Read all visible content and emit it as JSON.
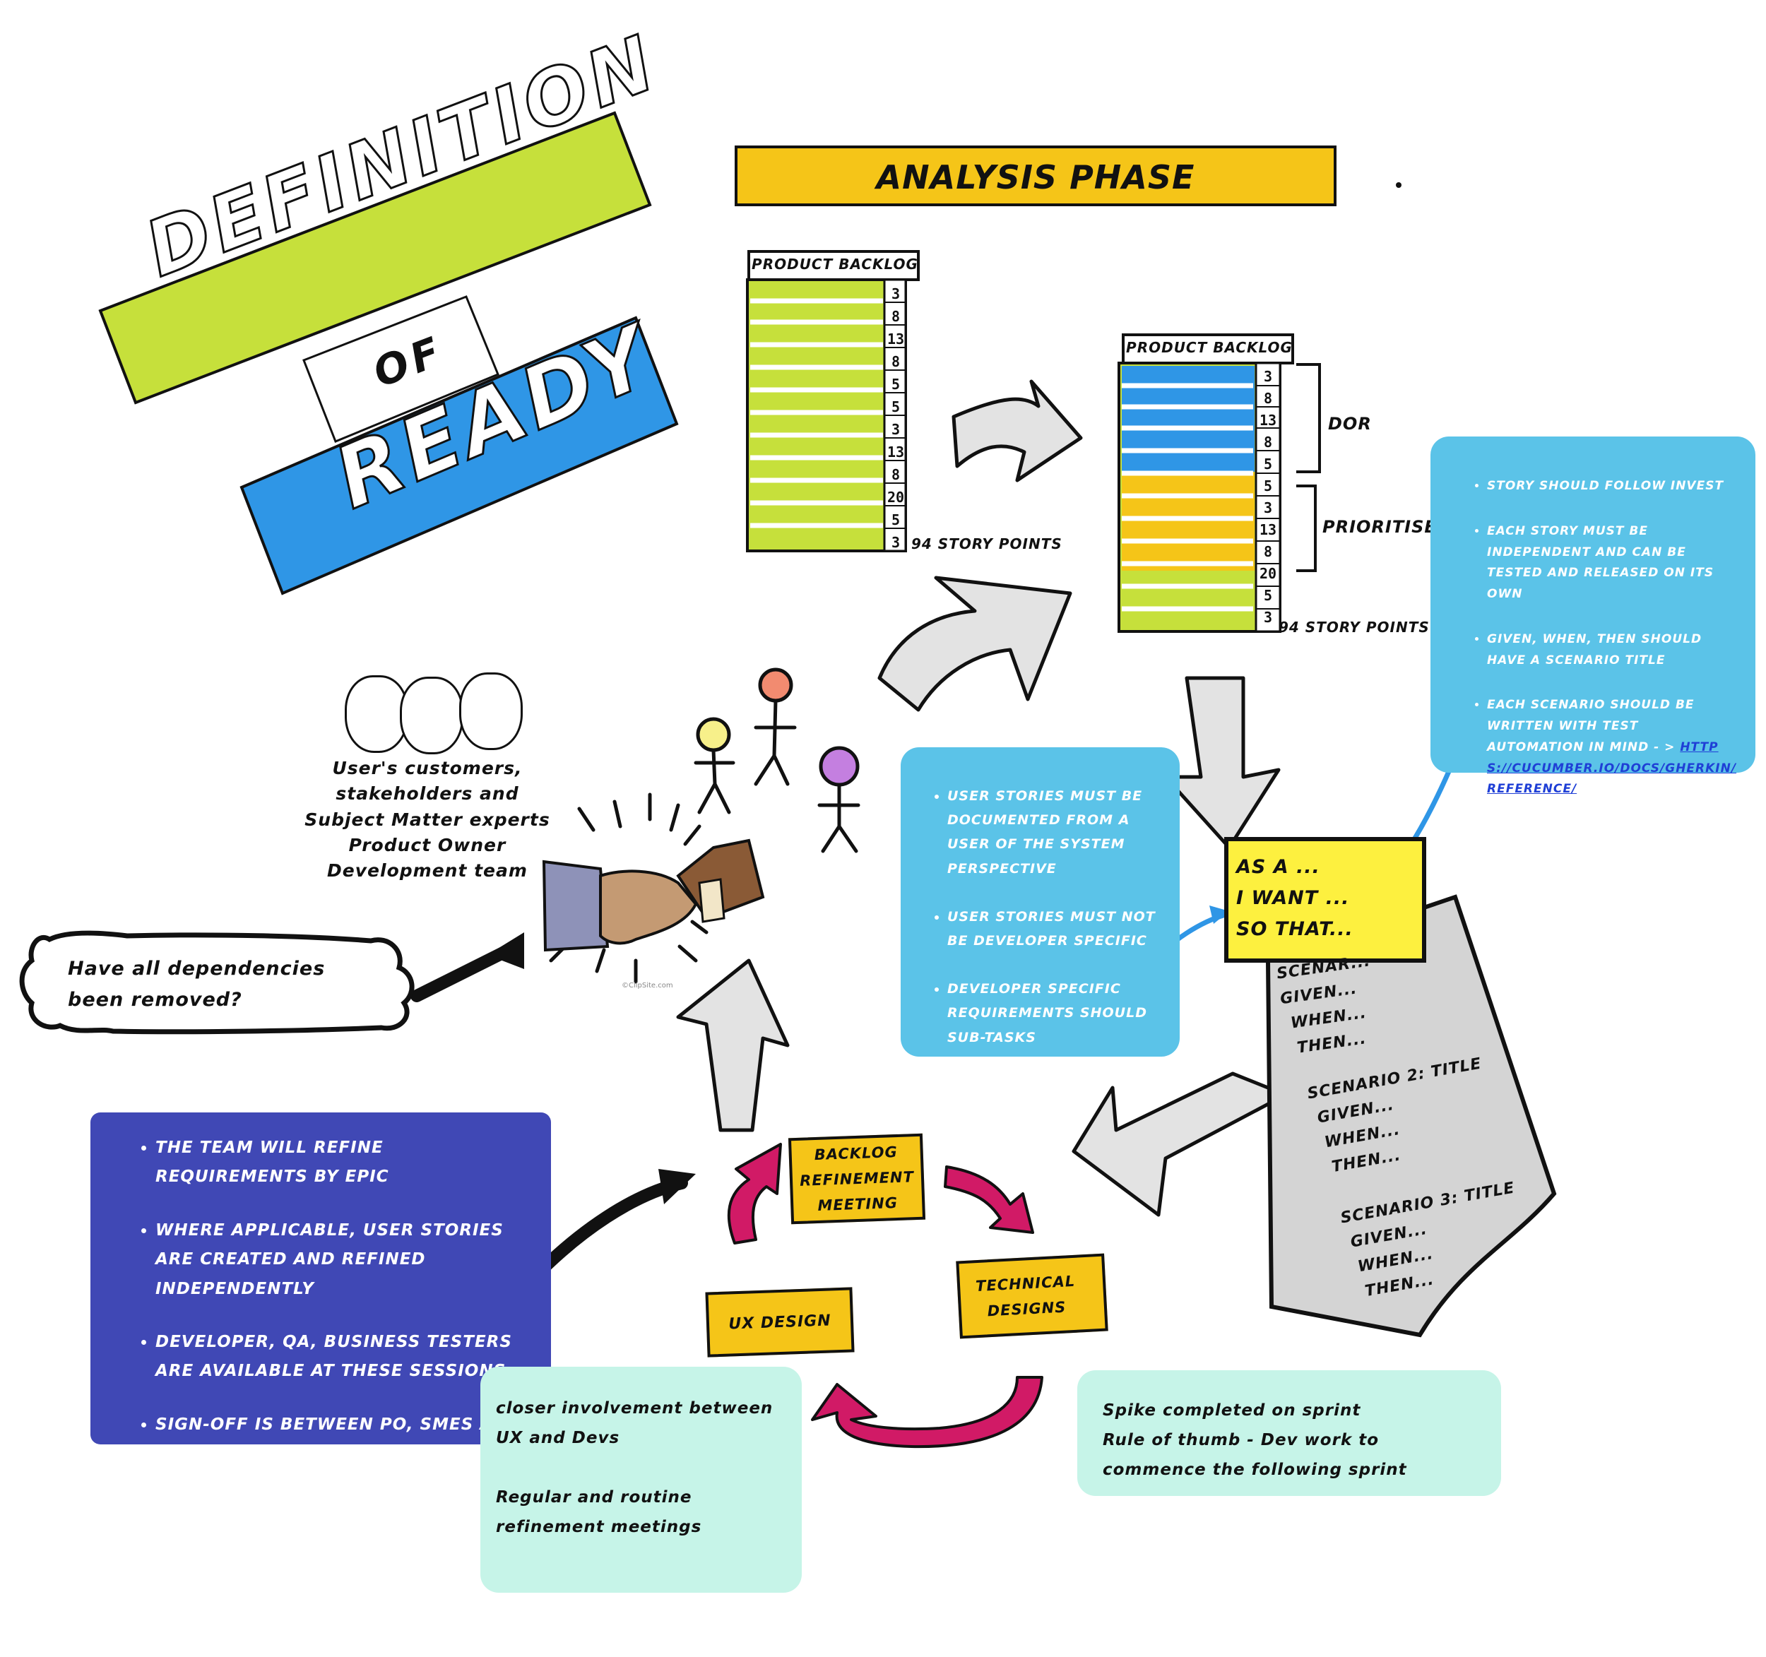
{
  "title": {
    "line1": "DEFINITION",
    "line2": "OF",
    "line3": "READY"
  },
  "phase_banner": "ANALYSIS PHASE",
  "backlog_left": {
    "header": "PRODUCT BACKLOG",
    "points": [
      "3",
      "8",
      "13",
      "8",
      "5",
      "5",
      "3",
      "13",
      "8",
      "20",
      "5",
      "3"
    ],
    "total": "94 STORY POINTS"
  },
  "backlog_right": {
    "header": "PRODUCT BACKLOG",
    "points": [
      "3",
      "8",
      "13",
      "8",
      "5",
      "5",
      "3",
      "13",
      "8",
      "20",
      "5",
      "3"
    ],
    "total": "94 STORY POINTS",
    "brace_dor": "DOR",
    "brace_prioritised": "PRIORITISED"
  },
  "invest_note": {
    "items": [
      "Story should follow Invest",
      "Each story must be independent and can be tested and released on its own",
      "Given, when, then should  have a scenario title",
      "Each scenario should be written with test automation in mind - >"
    ],
    "link": "https://cucumber.io/docs/gherkin/reference/"
  },
  "user_story_note": {
    "items": [
      "User Stories must be documented from a user of the system perspective",
      "User stories MUST not be developer specific",
      "Developer specific requirements should sub-tasks"
    ]
  },
  "story_card": {
    "lines": [
      "AS A ...",
      "I WANT ...",
      "SO THAT..."
    ]
  },
  "scenario_sheet": {
    "scenarios": [
      {
        "title": "SCENAR...",
        "lines": [
          "GIVEN...",
          "WHEN...",
          "THEN..."
        ]
      },
      {
        "title": "SCENARIO 2: TITLE",
        "lines": [
          "GIVEN...",
          "WHEN...",
          "THEN..."
        ]
      },
      {
        "title": "SCENARIO 3: TITLE",
        "lines": [
          "GIVEN...",
          "WHEN...",
          "THEN..."
        ]
      }
    ]
  },
  "people_text": {
    "lines": [
      "User's customers,",
      "stakeholders and",
      "Subject Matter experts",
      "Product Owner",
      "Development team"
    ]
  },
  "dependencies_bubble": {
    "line1": "Have all dependencies",
    "line2": "been removed?"
  },
  "refinement_note": {
    "items": [
      "The team will refine requirements by epic",
      "Where applicable, User Stories are created and refined independently",
      "Developer, QA, business testers are available at these sessions",
      "Sign-off is between PO, SMEs and Development team"
    ]
  },
  "cycle": {
    "backlog_refinement": [
      "BACKLOG",
      "REFINEMENT",
      "MEETING"
    ],
    "technical_designs": [
      "TECHNICAL",
      "DESIGNS"
    ],
    "ux_design": "UX DESIGN"
  },
  "involvement_note": {
    "line1": "closer involvement between",
    "line2": "UX and Devs",
    "line3": "Regular and routine",
    "line4": "refinement meetings"
  },
  "spike_note": {
    "line1": "Spike completed on sprint",
    "line2": "Rule of thumb - Dev work to",
    "line3": "commence the following sprint"
  },
  "watermark": "©ClipSite.com",
  "colors": {
    "lime": "#c6e03b",
    "blue": "#2f96e6",
    "yellow": "#f5c518",
    "sticky": "#fdf03f",
    "cyan_note": "#5bc3e8",
    "indigo_note": "#4048b5",
    "mint_note": "#c6f4e8",
    "magenta": "#d11a66",
    "grey_arrow": "#e3e3e3"
  }
}
